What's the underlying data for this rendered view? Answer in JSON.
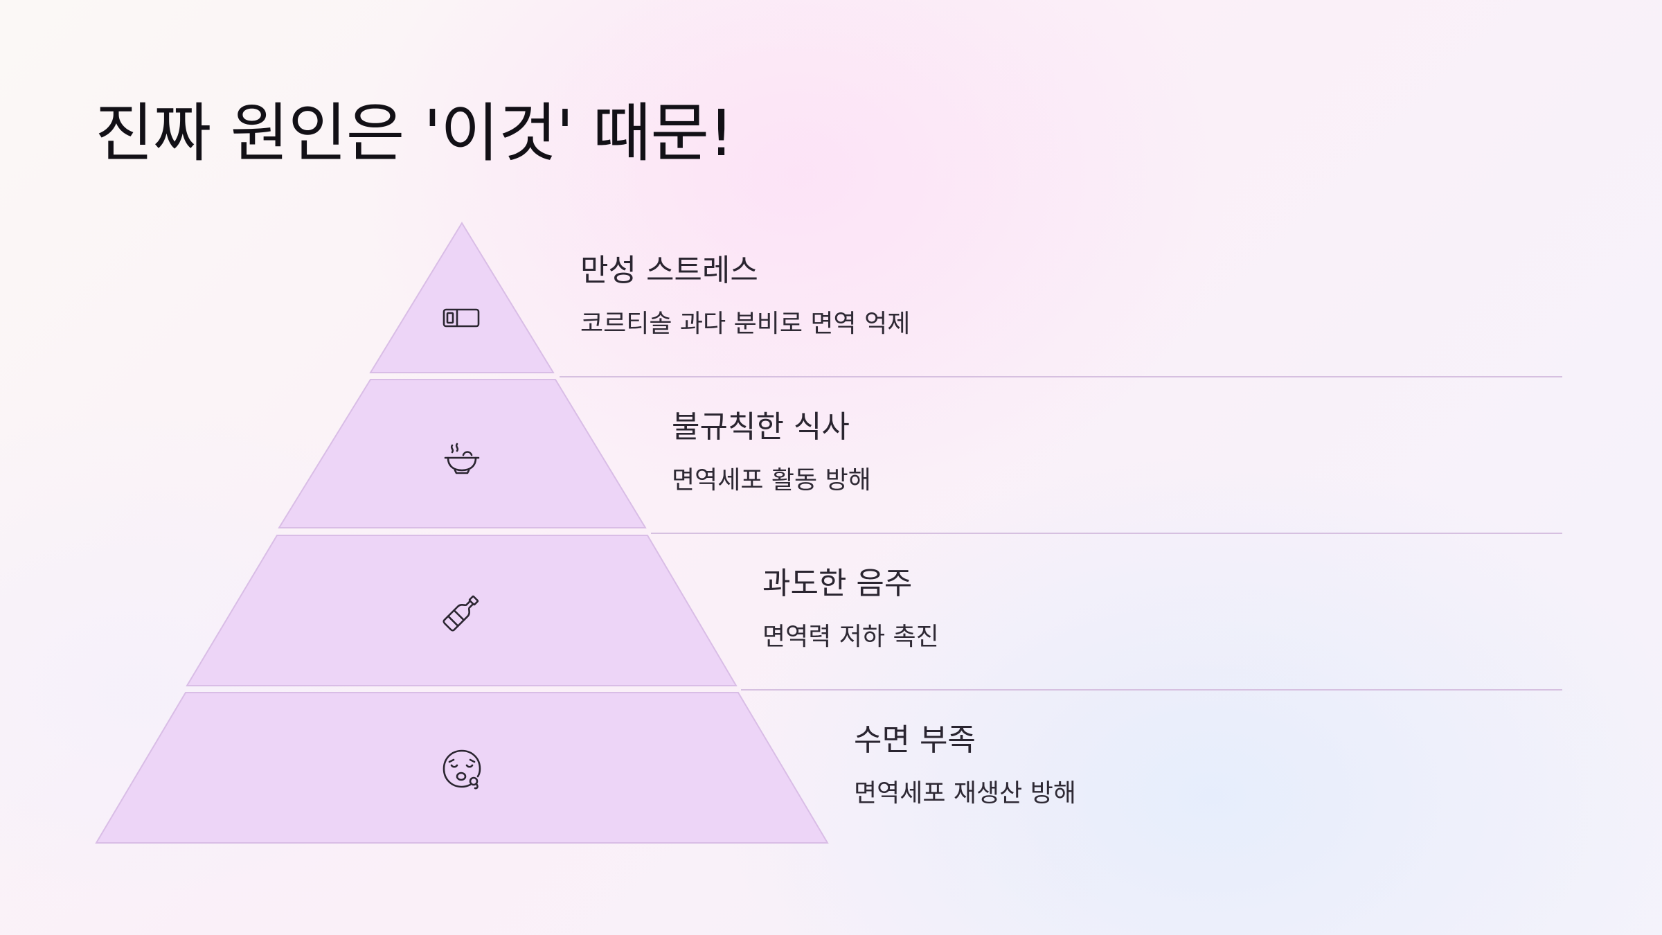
{
  "title": "진짜 원인은 '이것' 때문!",
  "levels": [
    {
      "title": "만성 스트레스",
      "description": "코르티솔 과다 분비로 면역 억제",
      "icon": "battery-low-icon"
    },
    {
      "title": "불규칙한 식사",
      "description": "면역세포 활동 방해",
      "icon": "steaming-bowl-icon"
    },
    {
      "title": "과도한 음주",
      "description": "면역력 저하 촉진",
      "icon": "bottle-icon"
    },
    {
      "title": "수면 부족",
      "description": "면역세포 재생산 방해",
      "icon": "sleepy-face-icon"
    }
  ],
  "colors": {
    "segment_fill": "#edd5f7",
    "segment_stroke": "#d9bde6",
    "divider": "#d6c0e0",
    "icon_stroke": "#2a2530"
  }
}
